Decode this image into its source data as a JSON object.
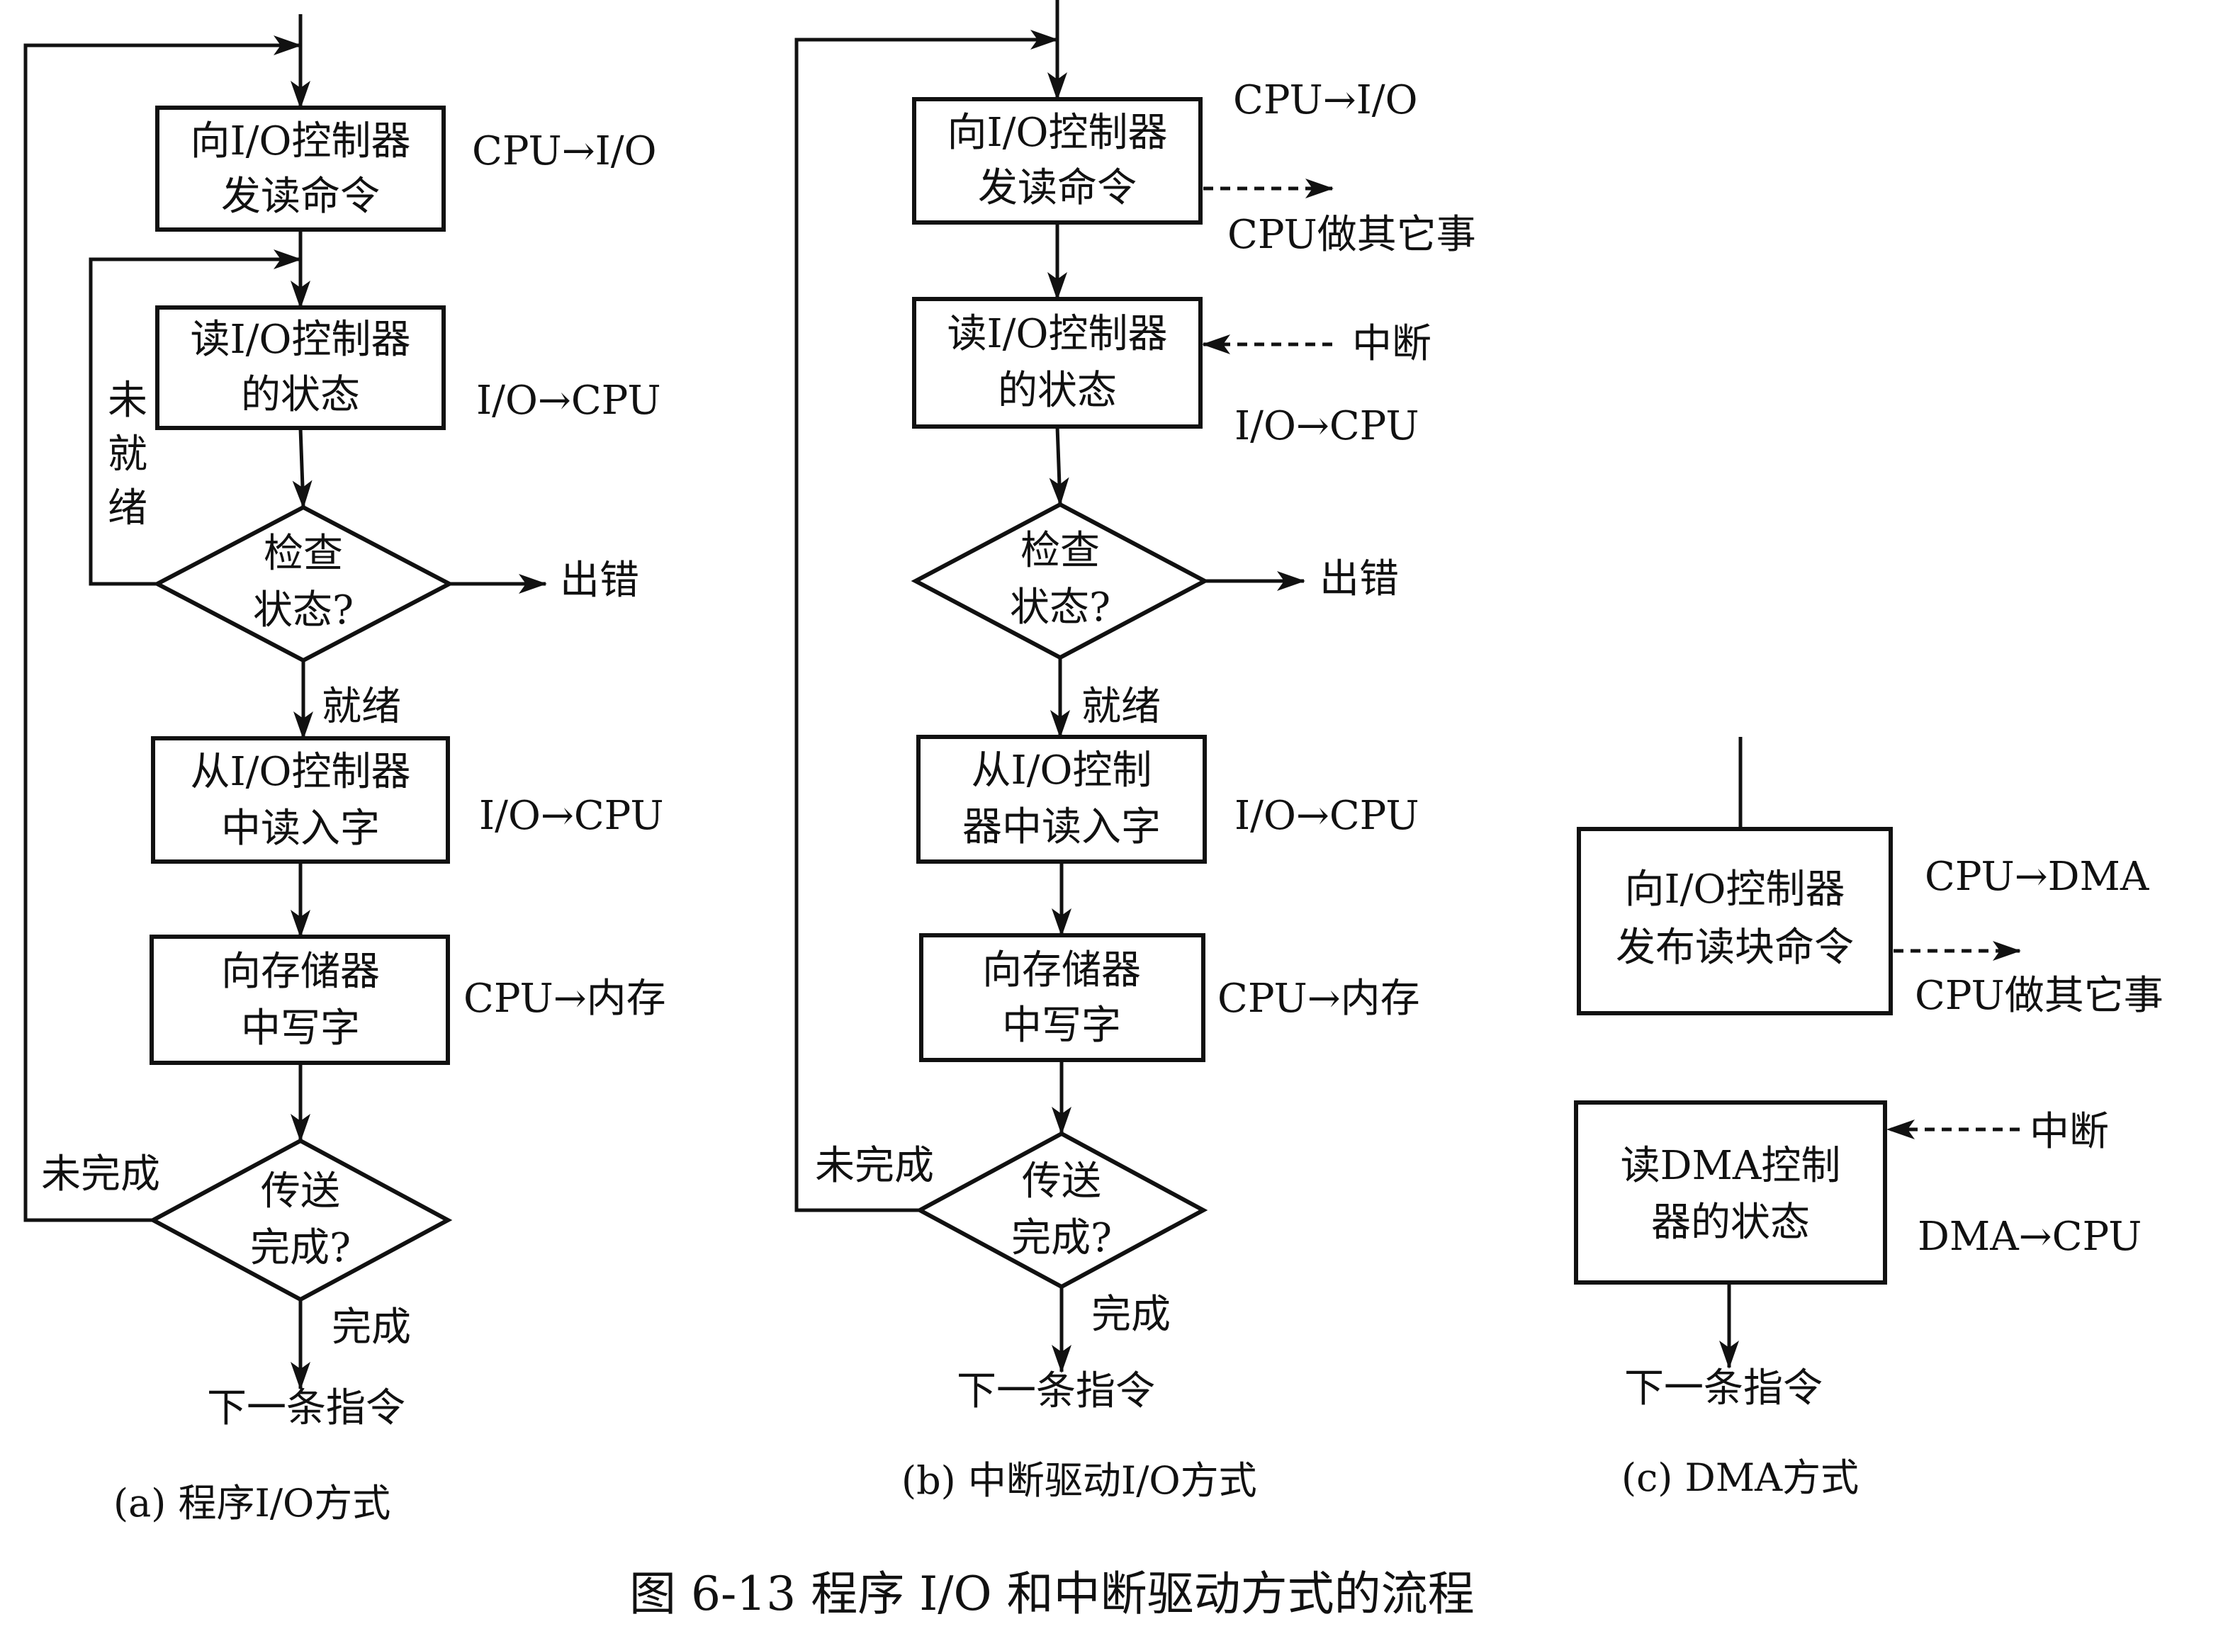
{
  "caption": "图 6-13    程序 I/O 和中断驱动方式的流程",
  "panels": [
    {
      "id": "a",
      "caption": "(a) 程序I/O方式",
      "boxes": [
        [
          "向I/O控制器",
          "发读命令"
        ],
        [
          "读I/O控制器",
          "的状态"
        ],
        [
          "从I/O控制器",
          "中读入字"
        ],
        [
          "向存储器",
          "中写字"
        ]
      ],
      "decisions": [
        [
          "检查",
          "状态?"
        ],
        [
          "传送",
          "完成?"
        ]
      ],
      "side_labels": [
        "CPU→I/O",
        "I/O→CPU",
        "I/O→CPU",
        "CPU→内存"
      ],
      "error": "出错",
      "not_ready": "未就绪",
      "ready": "就绪",
      "not_done": "未完成",
      "done": "完成",
      "next": "下一条指令"
    },
    {
      "id": "b",
      "caption": "(b) 中断驱动I/O方式",
      "boxes": [
        [
          "向I/O控制器",
          "发读命令"
        ],
        [
          "读I/O控制器",
          "的状态"
        ],
        [
          "从I/O控制",
          "器中读入字"
        ],
        [
          "向存储器",
          "中写字"
        ]
      ],
      "decisions": [
        [
          "检查",
          "状态?"
        ],
        [
          "传送",
          "完成?"
        ]
      ],
      "side_labels": [
        "CPU→I/O",
        "I/O→CPU",
        "I/O→CPU",
        "CPU→内存"
      ],
      "cpu_other": "CPU做其它事",
      "interrupt": "中断",
      "error": "出错",
      "ready": "就绪",
      "not_done": "未完成",
      "done": "完成",
      "next": "下一条指令"
    },
    {
      "id": "c",
      "caption": "(c) DMA方式",
      "boxes": [
        [
          "向I/O控制器",
          "发布读块命令"
        ],
        [
          "读DMA控制",
          "器的状态"
        ]
      ],
      "side_labels": [
        "CPU→DMA",
        "DMA→CPU"
      ],
      "cpu_other": "CPU做其它事",
      "interrupt": "中断",
      "next": "下一条指令"
    }
  ]
}
